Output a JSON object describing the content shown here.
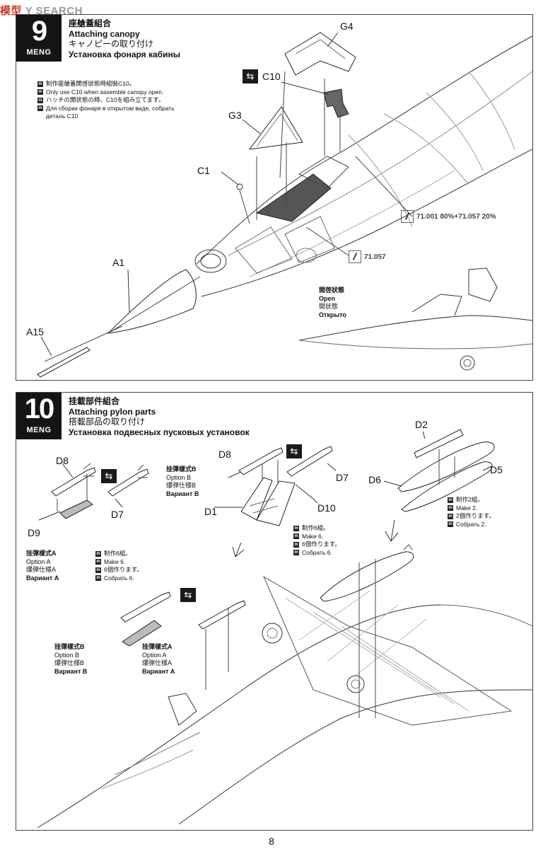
{
  "watermark": {
    "part1": "模",
    "part2": "型",
    "text": "Y SEARCH"
  },
  "page_number": "8",
  "step9": {
    "number": "9",
    "brand": "MENG",
    "title_zh": "座艙蓋組合",
    "title_en": "Attaching canopy",
    "title_jp": "キャノピーの取り付け",
    "title_ru": "Установка фонаря кабины",
    "note": [
      "制作座艙蓋開啓狀態時組裝C10。",
      "Only use C10 when assemble canopy open.",
      "ハッチの開状態の時、C10を組み立てます。",
      "Для сборки фонаря в открытом виде, собрать",
      "деталь C10"
    ],
    "parts": {
      "g4": "G4",
      "c10": "C10",
      "g3": "G3",
      "c1": "C1",
      "a1": "A1",
      "a15": "A15"
    },
    "paint1": "71.001 80%+71.057 20%",
    "paint2": "71.057",
    "open": {
      "zh": "開啓狀態",
      "en": "Open",
      "jp": "開状態",
      "ru": "Открыто"
    }
  },
  "step10": {
    "number": "10",
    "brand": "MENG",
    "title_zh": "挂載部件組合",
    "title_en": "Attaching pylon parts",
    "title_jp": "搭載部品の取り付け",
    "title_ru": "Установка подвесных пусковых установок",
    "parts": {
      "d2": "D2",
      "d5": "D5",
      "d6": "D6",
      "d8a": "D8",
      "d8b": "D8",
      "d7a": "D7",
      "d7b": "D7",
      "d9": "D9",
      "d1": "D1",
      "d10": "D10"
    },
    "optionB_top": {
      "zh": "挂彈樣式B",
      "en": "Option B",
      "jp": "爆弾仕様B",
      "ru": "Вариант B"
    },
    "optionA_left": {
      "zh": "挂彈樣式A",
      "en": "Option A",
      "jp": "爆弾仕様A",
      "ru": "Вариант A"
    },
    "optionB_bottom": {
      "zh": "挂彈樣式B",
      "en": "Option B",
      "jp": "爆弾仕様B",
      "ru": "Вариант B"
    },
    "optionA_bottom": {
      "zh": "挂彈樣式A",
      "en": "Option A",
      "jp": "爆弾仕様A",
      "ru": "Вариант A"
    },
    "make6_left": [
      "制作6組。",
      "Make 6.",
      "6個作ります。",
      "Собрать 6."
    ],
    "make6_mid": [
      "制作6組。",
      "Make 6.",
      "6個作ります。",
      "Собрать 6."
    ],
    "make2": [
      "制作2組。",
      "Make 2.",
      "2個作ります。",
      "Собрать 2."
    ]
  }
}
